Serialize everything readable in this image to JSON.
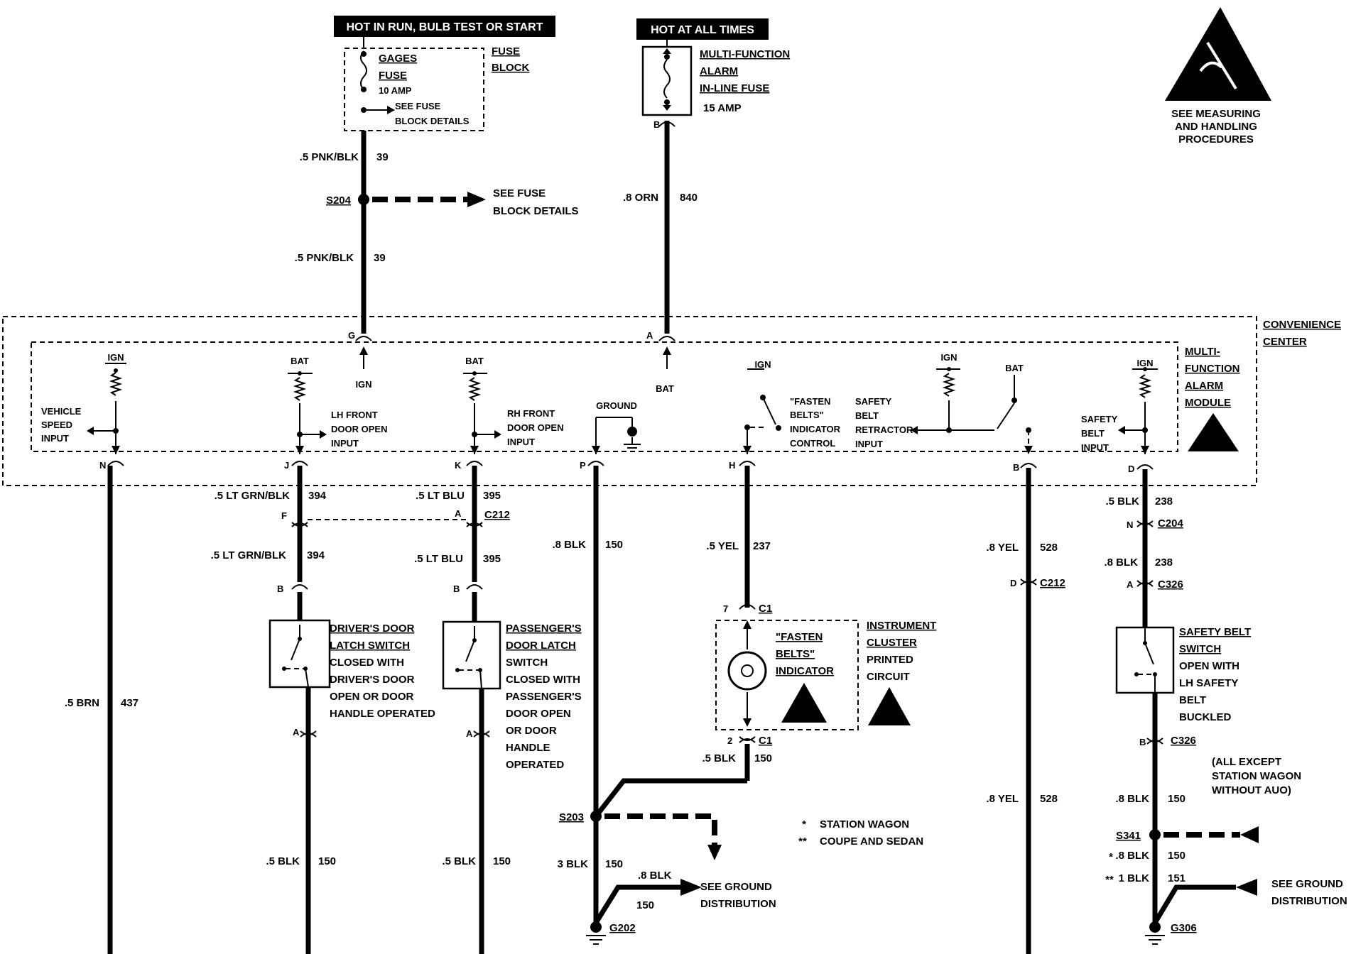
{
  "header": {
    "hot_in_run": "HOT IN RUN, BULB TEST OR START",
    "hot_all_times": "HOT AT ALL TIMES"
  },
  "esd_note": [
    "SEE MEASURING",
    "AND HANDLING",
    "PROCEDURES"
  ],
  "fuse_block": {
    "label": [
      "FUSE",
      "BLOCK"
    ],
    "fuse_name": [
      "GAGES",
      "FUSE"
    ],
    "rating": "10 AMP",
    "see_details": [
      "SEE FUSE",
      "BLOCK DETAILS"
    ]
  },
  "inline_fuse": {
    "label": [
      "MULTI-FUNCTION",
      "ALARM",
      "IN-LINE FUSE"
    ],
    "rating": "15 AMP",
    "pin": "B"
  },
  "wires_top": {
    "w1": ".5 PNK/BLK",
    "c1": "39",
    "s204": "S204",
    "see_fuse": [
      "SEE FUSE",
      "BLOCK DETAILS"
    ],
    "w2": ".5 PNK/BLK",
    "c2": "39",
    "w3": ".8 ORN",
    "c3": "840"
  },
  "convenience_center": {
    "label": [
      "CONVENIENCE",
      "CENTER"
    ]
  },
  "module": {
    "label": [
      "MULTI-",
      "FUNCTION",
      "ALARM",
      "MODULE"
    ],
    "pins_top": {
      "g": "G",
      "a": "A"
    },
    "internal": {
      "ign1": "IGN",
      "vehicle_speed": [
        "VEHICLE",
        "SPEED",
        "INPUT"
      ],
      "bat1": "BAT",
      "lh_front": [
        "LH FRONT",
        "DOOR OPEN",
        "INPUT"
      ],
      "bat2": "BAT",
      "rh_front": [
        "RH FRONT",
        "DOOR OPEN",
        "INPUT"
      ],
      "ign_g": "IGN",
      "ground": "GROUND",
      "bat_a": "BAT",
      "ign2": "IGN",
      "fasten": [
        "\"FASTEN",
        "BELTS\"",
        "INDICATOR",
        "CONTROL"
      ],
      "safety_retractor": [
        "SAFETY",
        "BELT",
        "RETRACTOR",
        "INPUT"
      ],
      "ign3": "IGN",
      "bat3": "BAT",
      "ign4": "IGN",
      "safety_belt_input": [
        "SAFETY",
        "BELT",
        "INPUT"
      ]
    },
    "pins_bottom": {
      "n": "N",
      "j": "J",
      "k": "K",
      "p": "P",
      "h": "H",
      "b": "B",
      "d": "D"
    }
  },
  "circuits": {
    "brn": {
      "wire": ".5 BRN",
      "circuit": "437"
    },
    "lh": {
      "w1": ".5 LT GRN/BLK",
      "c1": "394",
      "conn_pin": "F",
      "w2": ".5 LT GRN/BLK",
      "c2": "394",
      "pin_b": "B",
      "pin_a": "A",
      "switch": [
        "DRIVER'S DOOR",
        "LATCH SWITCH",
        "CLOSED WITH",
        "DRIVER'S DOOR",
        "OPEN OR DOOR",
        "HANDLE OPERATED"
      ],
      "w3": ".5 BLK",
      "c3": "150"
    },
    "rh": {
      "w1": ".5 LT BLU",
      "c1": "395",
      "conn_pin": "A",
      "conn": "C212",
      "w2": ".5 LT BLU",
      "c2": "395",
      "pin_b": "B",
      "pin_a": "A",
      "switch": [
        "PASSENGER'S",
        "DOOR LATCH",
        "SWITCH",
        "CLOSED WITH",
        "PASSENGER'S",
        "DOOR OPEN",
        "OR DOOR",
        "HANDLE",
        "OPERATED"
      ],
      "w3": ".5 BLK",
      "c3": "150"
    },
    "gnd": {
      "w1": ".8 BLK",
      "c1": "150",
      "s203": "S203",
      "w2": "3 BLK",
      "c2": "150",
      "w3": ".8 BLK",
      "c3": "150",
      "see_ground": [
        "SEE GROUND",
        "DISTRIBUTION"
      ],
      "g202": "G202"
    },
    "yel": {
      "w1": ".5 YEL",
      "c1": "237",
      "pin7": "7",
      "c1conn": "C1",
      "indicator": [
        "\"FASTEN",
        "BELTS\"",
        "INDICATOR"
      ],
      "cluster": [
        "INSTRUMENT",
        "CLUSTER",
        "PRINTED",
        "CIRCUIT"
      ],
      "pin2": "2",
      "c1conn2": "C1",
      "w2": ".5 BLK",
      "c2": "150"
    },
    "legend": {
      "star1": "STATION WAGON",
      "star2": "COUPE AND SEDAN",
      "m1": "*",
      "m2": "**"
    },
    "yel528": {
      "w1": ".8 YEL",
      "c1": "528",
      "pin_d": "D",
      "conn": "C212",
      "w2": ".8 YEL",
      "c2": "528"
    },
    "belt": {
      "w1": ".5 BLK",
      "c1": "238",
      "pin_n": "N",
      "conn1": "C204",
      "w2": ".8 BLK",
      "c2": "238",
      "pin_a": "A",
      "conn2": "C326",
      "switch": [
        "SAFETY BELT",
        "SWITCH",
        "OPEN WITH",
        "LH SAFETY",
        "BELT",
        "BUCKLED"
      ],
      "pin_b": "B",
      "conn3": "C326",
      "note": [
        "(ALL EXCEPT",
        "STATION WAGON",
        "WITHOUT AUO)"
      ],
      "w3": ".8 BLK",
      "c3": "150",
      "s341": "S341",
      "w4": ".8 BLK",
      "c4": "150",
      "m4": "*",
      "w5": "1 BLK",
      "c5": "151",
      "m5": "**",
      "see_ground": [
        "SEE GROUND",
        "DISTRIBUTION"
      ],
      "g306": "G306"
    }
  }
}
